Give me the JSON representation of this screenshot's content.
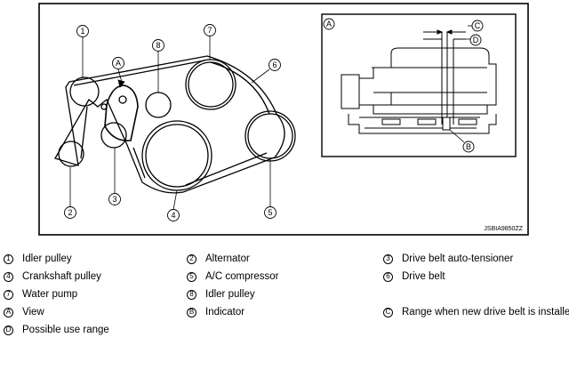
{
  "figure": {
    "callouts": {
      "idler_left": "1",
      "alternator": "2",
      "tensioner": "3",
      "crankshaft": "4",
      "ac": "5",
      "belt": "6",
      "water_pump": "7",
      "idler_top": "8",
      "view": "A"
    },
    "inset": {
      "tag": "A",
      "range_new": "C",
      "possible": "D",
      "indicator": "B"
    },
    "code": "JSBIA9850ZZ"
  },
  "legend": [
    {
      "marker": "1",
      "label": "Idler pulley"
    },
    {
      "marker": "2",
      "label": "Alternator"
    },
    {
      "marker": "3",
      "label": "Drive belt auto-tensioner"
    },
    {
      "marker": "4",
      "label": "Crankshaft pulley"
    },
    {
      "marker": "5",
      "label": "A/C compressor"
    },
    {
      "marker": "6",
      "label": "Drive belt"
    },
    {
      "marker": "7",
      "label": "Water pump"
    },
    {
      "marker": "8",
      "label": "Idler pulley"
    },
    {
      "marker": "A",
      "label": "View"
    },
    {
      "marker": "B",
      "label": "Indicator"
    },
    {
      "marker": "C",
      "label": "Range when new drive belt is installed"
    },
    {
      "marker": "D",
      "label": "Possible use range"
    }
  ]
}
